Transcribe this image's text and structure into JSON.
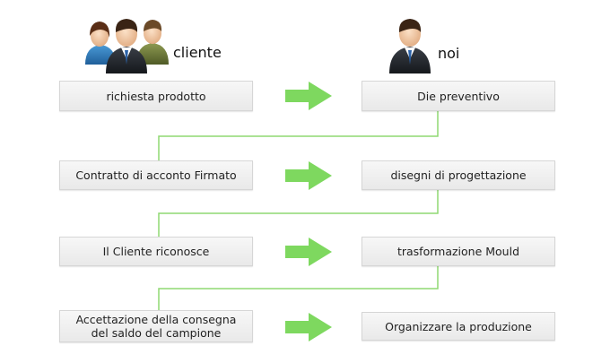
{
  "actors": {
    "client": {
      "label": "cliente",
      "icon": "client-group-icon"
    },
    "us": {
      "label": "noi",
      "icon": "person-icon"
    }
  },
  "steps": [
    {
      "client": "richiesta prodotto",
      "us": "Die preventivo"
    },
    {
      "client": "Contratto di acconto Firmato",
      "us": "disegni di progettazione"
    },
    {
      "client": "Il Cliente riconosce",
      "us": "trasformazione Mould"
    },
    {
      "client": "Accettazione della consegna del saldo del campione",
      "us": "Organizzare la produzione"
    }
  ],
  "colors": {
    "arrow": "#7ed85f",
    "connector": "#8fd872",
    "box_border": "#d6d6d6"
  }
}
